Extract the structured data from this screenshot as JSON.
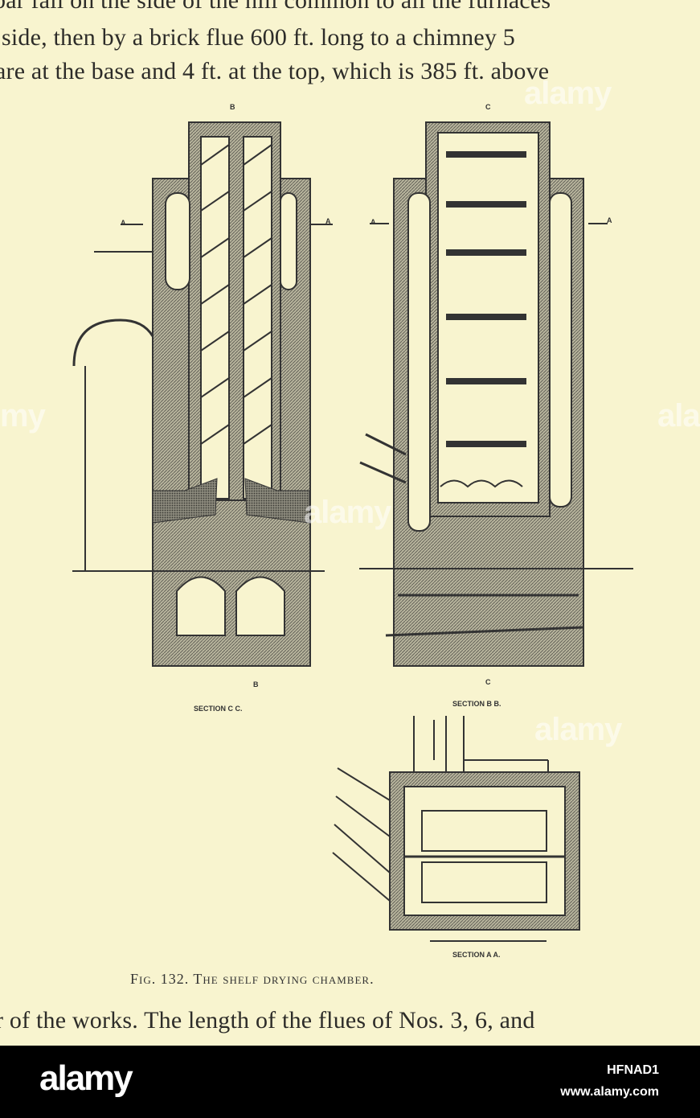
{
  "document": {
    "text_lines": [
      "bar fall on the side of the hill common to all the furnaces",
      "side, then by a brick flue 600 ft. long to a chimney 5",
      "are at the base and 4 ft. at the top, which is 385 ft. above",
      "r of the works.   The length of the flues of Nos. 3, 6, and"
    ],
    "figure": {
      "caption": "Fig. 132.  The shelf drying chamber.",
      "labels": {
        "b_top": "B",
        "c_top": "C",
        "b_bottom": "B",
        "c_bottom": "C",
        "a_left_1": "A",
        "a_right_1": "A",
        "a_left_2": "A",
        "a_right_2": "A",
        "section_cc": "SECTION C C.",
        "section_bb": "SECTION B B.",
        "section_aa": "SECTION A A."
      }
    }
  },
  "footer": {
    "brand": "alamy",
    "image_id": "HFNAD1",
    "site": "www.alamy.com"
  },
  "watermarks": [
    "alamy",
    "alamy",
    "my",
    "alamy",
    "alamy"
  ],
  "colors": {
    "paper": "#f8f4cf",
    "ink": "#2d2c29",
    "hatch": "#7b7a70",
    "footer": "#000000"
  }
}
